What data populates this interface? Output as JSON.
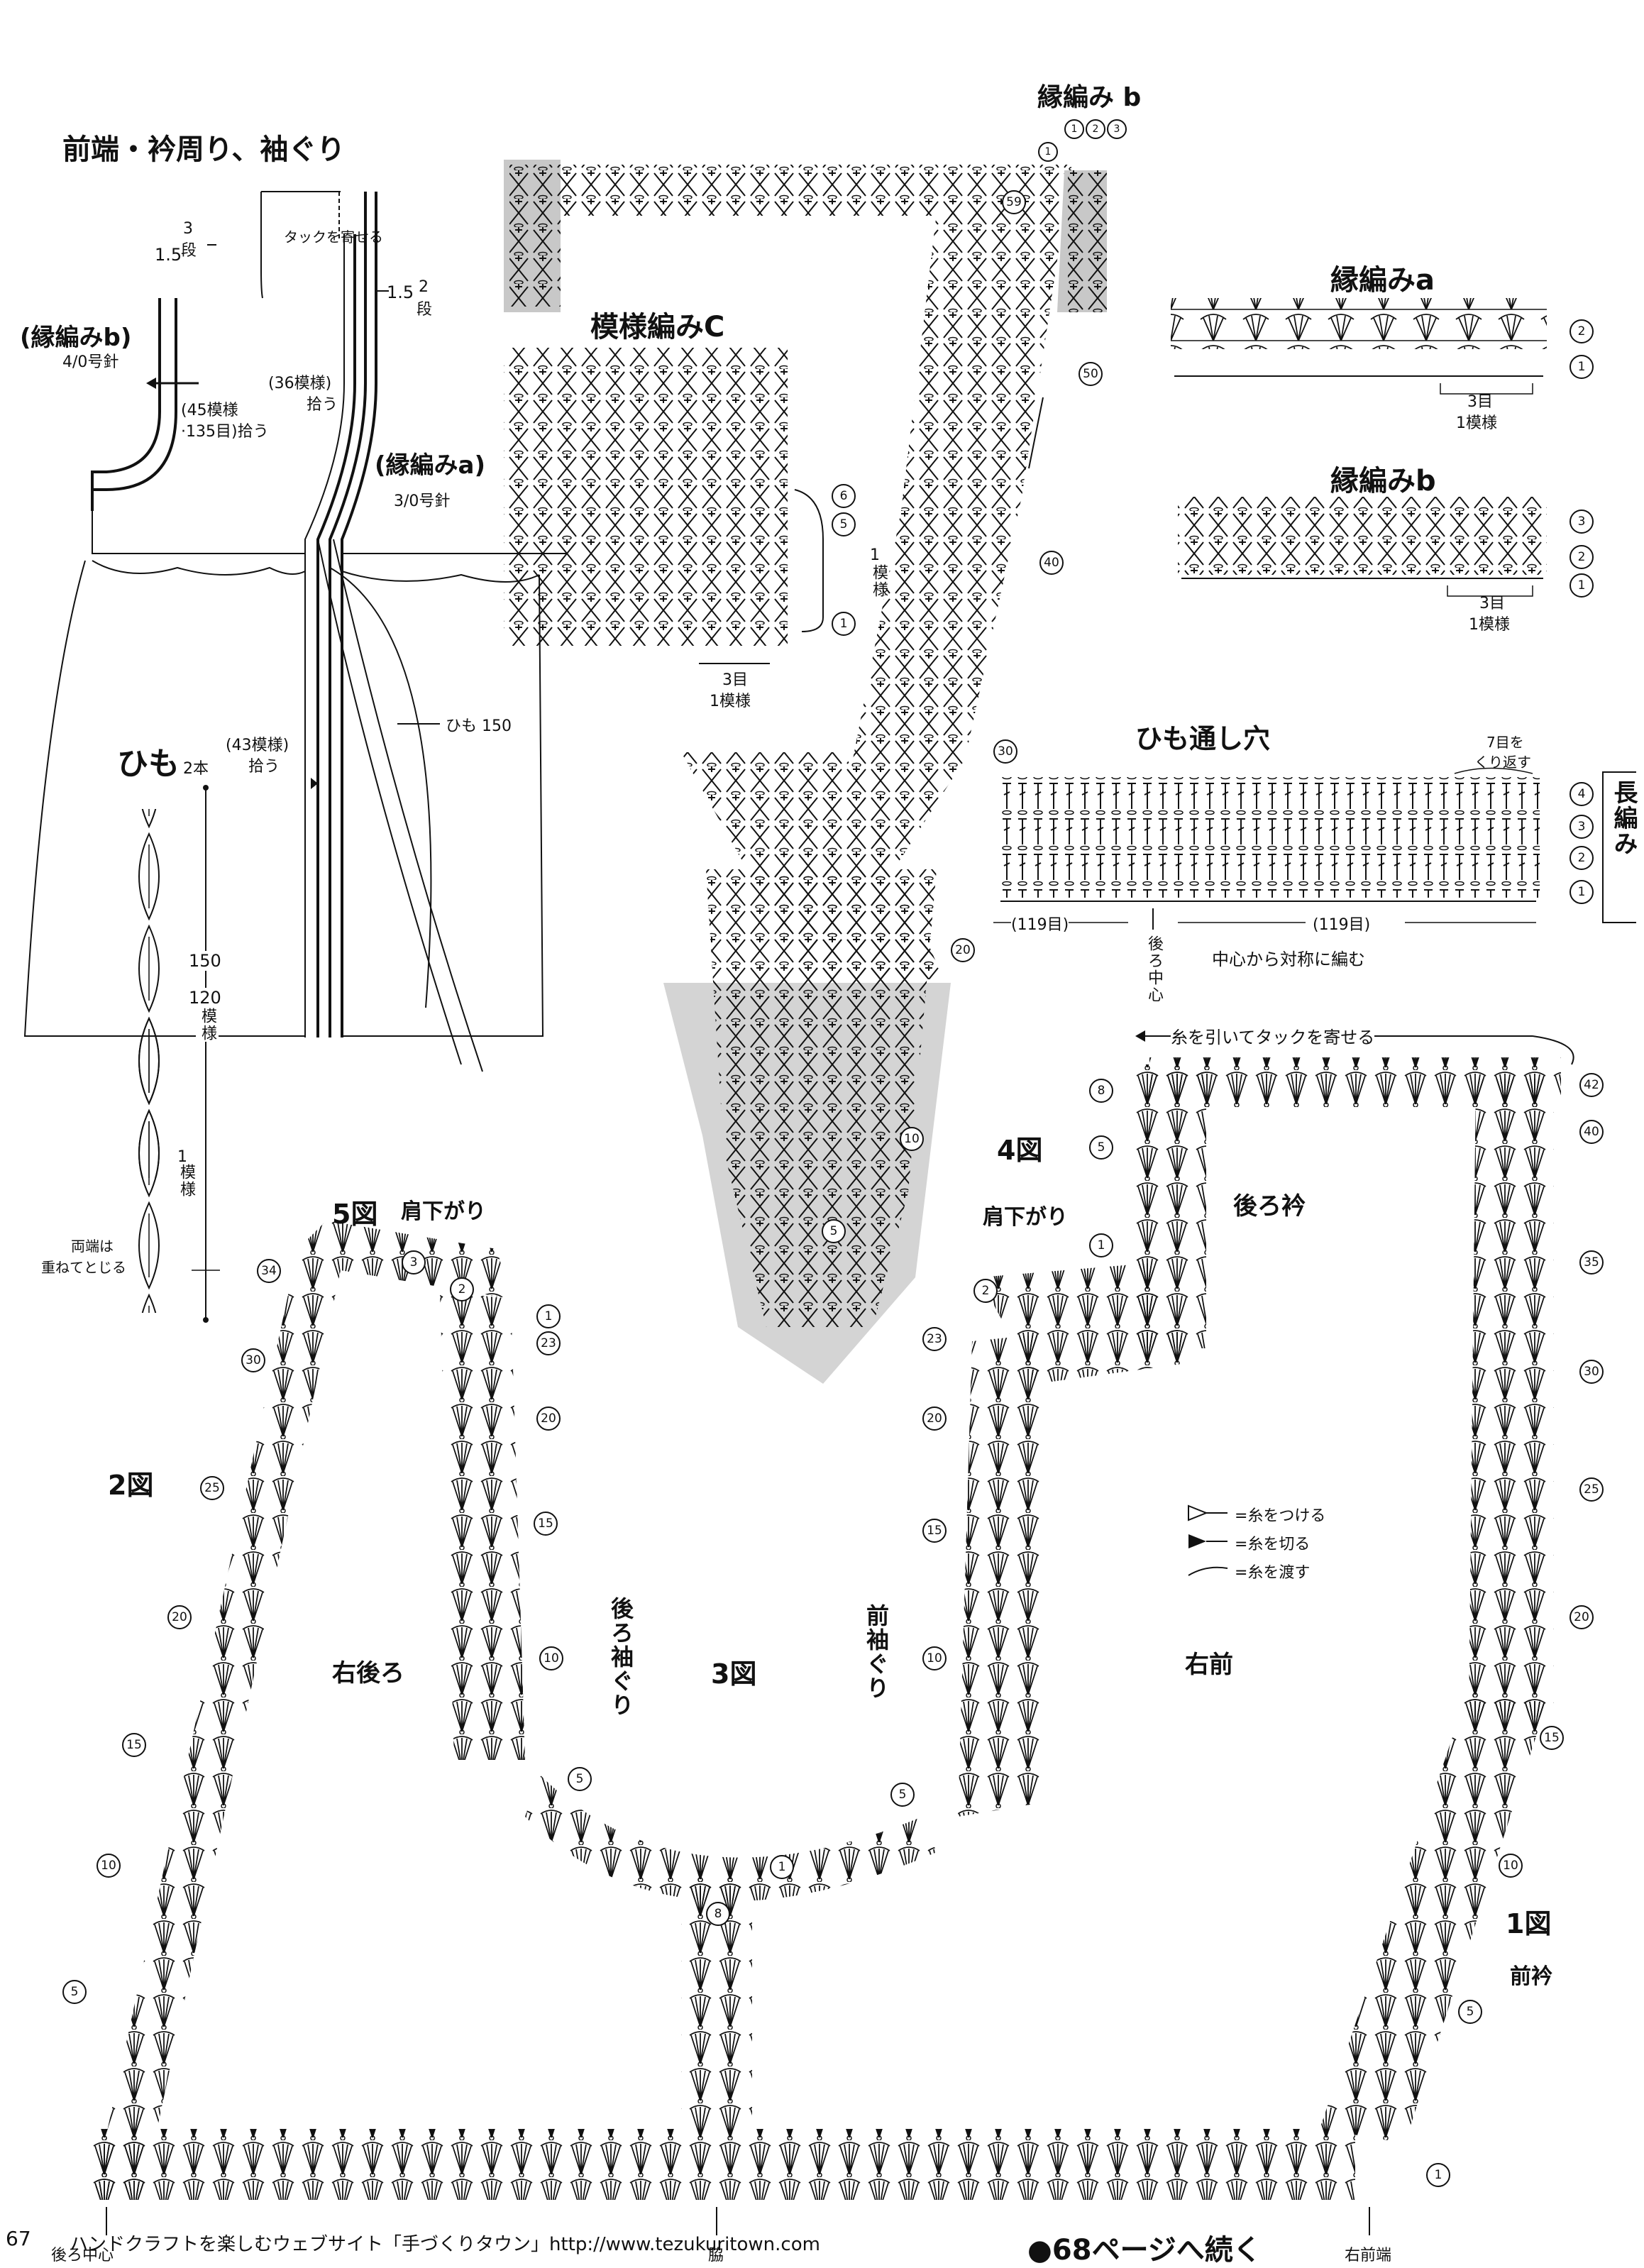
{
  "sections": {
    "garment_title": "前端・衿周り、袖ぐり",
    "edging_a_title": "縁編みa",
    "edging_b_title": "縁編みb",
    "edging_b_top_title": "縁編み b",
    "pattern_c_title": "模様編みC",
    "cord_title": "ひも",
    "cord_hole_title": "ひも通し穴",
    "double_crochet_tab": "長編み"
  },
  "garment_labels": {
    "tuck": "タックを寄せる",
    "rows_3": "3",
    "rows_3_unit": "段",
    "size_15_left": "1.5",
    "size_15_right": "1.5",
    "rows_2": "2",
    "rows_2_unit": "段",
    "edging_b": "(縁編みb)",
    "needle_4": "4/0号針",
    "pick_45": "(45模様",
    "pick_45b": "·135目)拾う",
    "pick_36": "(36模様)",
    "pick_36b": "拾う",
    "edging_a": "(縁編みa)",
    "needle_3": "3/0号針",
    "pick_43": "(43模様)",
    "pick_43b": "拾う",
    "cord_150": "ひも 150"
  },
  "cord_labels": {
    "count": "2本",
    "length_150": "150",
    "pattern_120": "120",
    "pattern_unit": "模様",
    "one": "1",
    "one_unit": "模様",
    "ends_1": "両端は",
    "ends_2": "重ねてとじる"
  },
  "pattern_labels": {
    "repeat_stitches": "3目",
    "repeat_unit": "1模様",
    "repeat_one": "1",
    "repeat_one_unit": "模様"
  },
  "hole_labels": {
    "turn_1": "7目を",
    "turn_2": "くり返す",
    "count_left": "(119目)",
    "count_right": "(119目)",
    "center": "後ろ中心",
    "symmetric": "中心から対称に編む"
  },
  "main_labels": {
    "fig1": "1図",
    "fig2": "2図",
    "fig3": "3図",
    "fig4": "4図",
    "fig5": "5図",
    "shoulder_4": "肩下がり",
    "shoulder_5": "肩下がり",
    "right_back": "右後ろ",
    "back_armhole": "後ろ袖ぐり",
    "front_armhole": "前袖ぐり",
    "right_front": "右前",
    "back_collar": "後ろ衿",
    "front_collar": "前衿",
    "back_center": "後ろ中心",
    "side": "脇",
    "right_front_edge": "右前端",
    "pull_tuck": "糸を引いてタックを寄せる"
  },
  "legend": {
    "attach": "=糸をつける",
    "cut": "=糸を切る",
    "carry": "=糸を渡す"
  },
  "continue": "●68ページへ続く",
  "footer": {
    "page": "67",
    "text": "ハンドクラフトを楽しむウェブサイト「手づくりタウン」http://www.tezukuritown.com"
  },
  "row_markers": {
    "edging_a": [
      "2",
      "1"
    ],
    "edging_b": [
      "3",
      "2",
      "1"
    ],
    "edging_b_top": [
      "1",
      "2",
      "3",
      "1"
    ],
    "pattern_c": [
      "6",
      "5",
      "1"
    ],
    "cord_hole": [
      "4",
      "3",
      "2",
      "1"
    ],
    "v_chart": [
      "59",
      "50",
      "40",
      "30",
      "20",
      "10",
      "5"
    ],
    "fig4_left": [
      "8",
      "5",
      "1",
      "2",
      "23",
      "20",
      "15",
      "10",
      "5"
    ],
    "fig4_right": [
      "42",
      "40",
      "35",
      "30",
      "25",
      "20",
      "15",
      "10",
      "5",
      "1"
    ],
    "fig5": [
      "34",
      "3",
      "2",
      "1",
      "23",
      "20",
      "30",
      "25",
      "20",
      "15",
      "10",
      "5",
      "15",
      "10",
      "5",
      "1",
      "8"
    ]
  },
  "colors": {
    "ink": "#111111",
    "shade": "#cfcfcf",
    "paper": "#ffffff"
  }
}
